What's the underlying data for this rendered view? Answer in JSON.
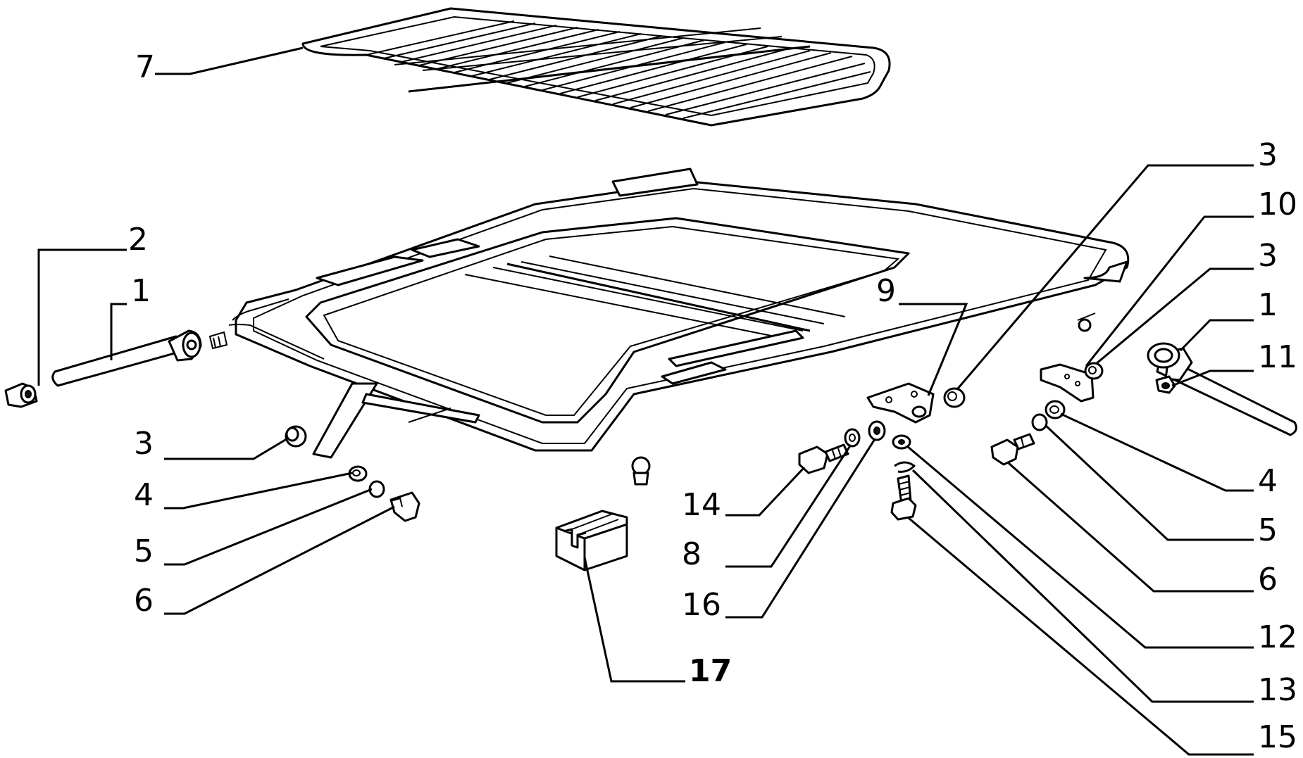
{
  "callouts": {
    "c7": "7",
    "c2": "2",
    "c1_left": "1",
    "c3_left": "3",
    "c4_left": "4",
    "c5_left": "5",
    "c6_left": "6",
    "c17": "17",
    "c14": "14",
    "c8": "8",
    "c16": "16",
    "c9": "9",
    "c3_top": "3",
    "c10": "10",
    "c3_right": "3",
    "c1_right": "1",
    "c11": "11",
    "c4_right": "4",
    "c5_right": "5",
    "c6_right": "6",
    "c12": "12",
    "c13": "13",
    "c15": "15"
  }
}
